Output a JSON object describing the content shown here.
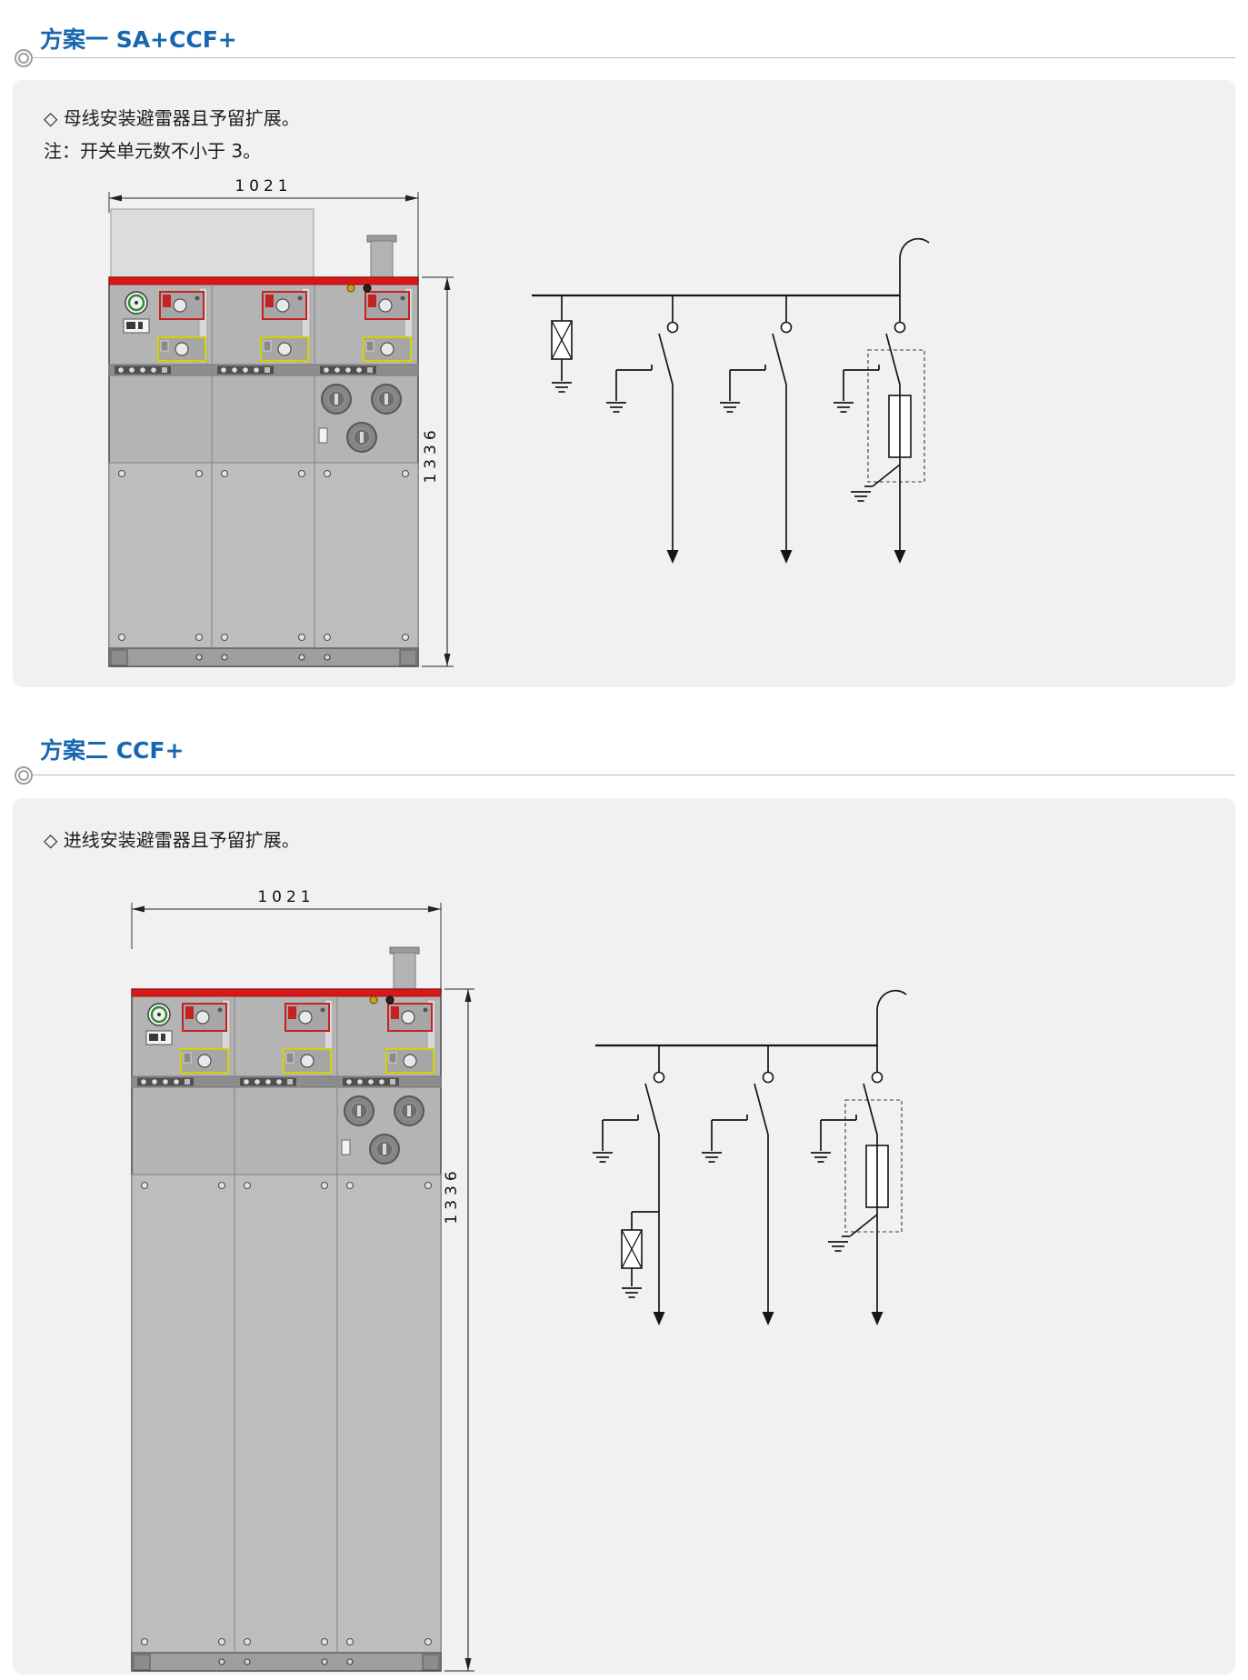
{
  "section1": {
    "title": "方案一 SA+CCF+",
    "notes": [
      "◇ 母线安装避雷器且予留扩展。",
      "注：开关单元数不小于 3。"
    ],
    "dims": {
      "width": "1021",
      "height": "1336"
    }
  },
  "section2": {
    "title": "方案二 CCF+",
    "notes": [
      "◇ 进线安装避雷器且予留扩展。"
    ],
    "dims": {
      "width": "1021",
      "height": "1336"
    }
  },
  "colors": {
    "title_blue": "#1766b0",
    "card_bg": "#f1f1f2",
    "cabinet_body": "#b4b4b4",
    "cabinet_red_strip": "#d81818",
    "schematic_line": "#151515"
  }
}
